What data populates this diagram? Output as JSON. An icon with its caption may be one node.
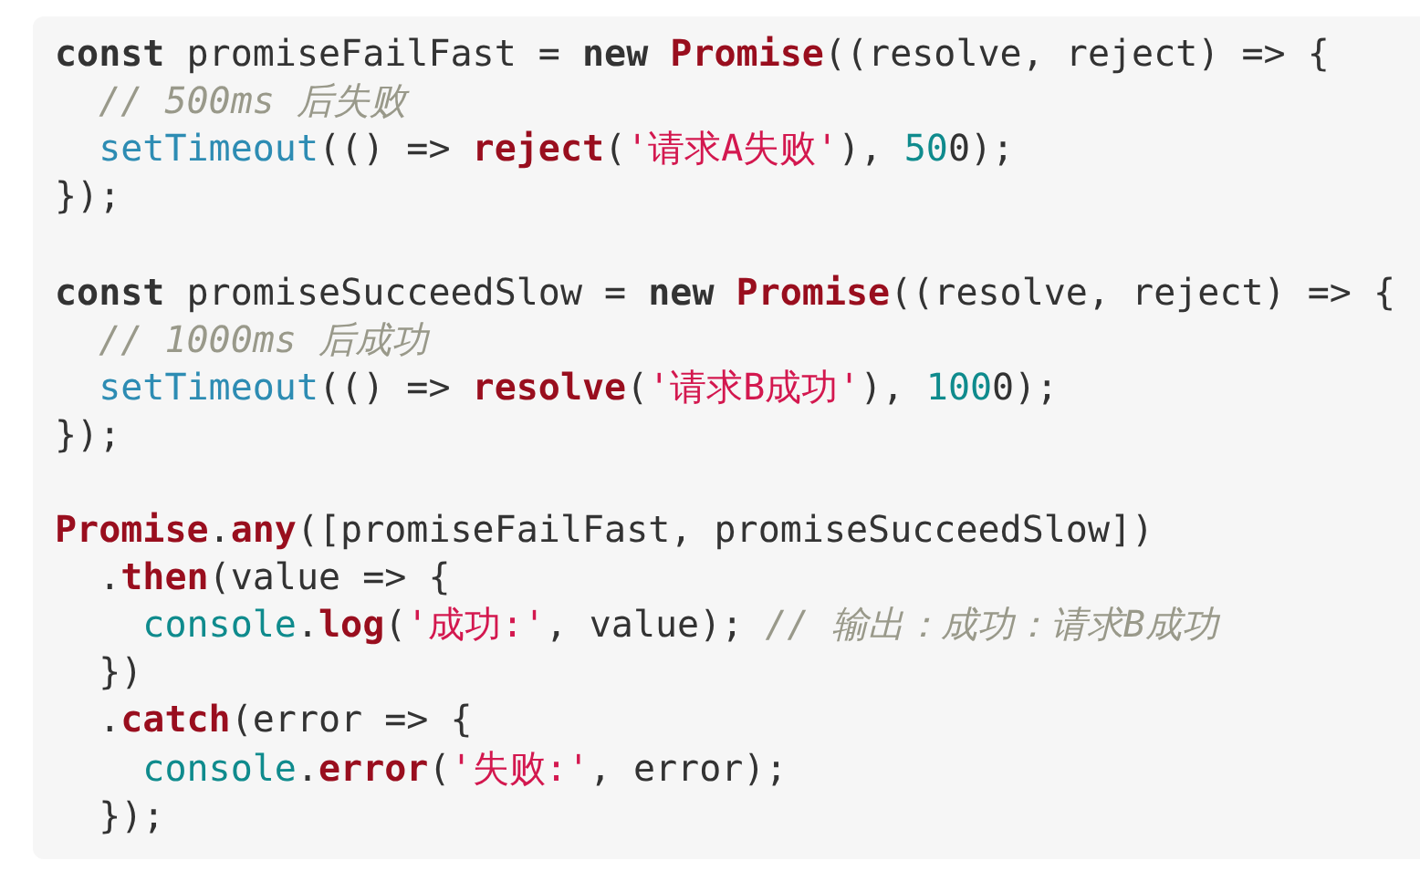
{
  "diagram": {
    "labels": [
      "const promiseFailFast = new Promise((resolve, reject) => {",
      "// 500ms 后失败",
      "setTimeout(() => reject('请求A失败'), 500);",
      "});",
      "const promiseSucceedSlow = new Promise((resolve, reject) => {",
      "// 1000ms 后成功",
      "setTimeout(() => resolve('请求B成功'), 1000);",
      "});",
      "Promise.any([promiseFailFast, promiseSucceedSlow])",
      ".then(value => {",
      "console.log('成功:', value); // 输出：成功：请求B成功",
      "})",
      ".catch(error => {",
      "console.error('失败:', error);",
      "});"
    ]
  }
}
